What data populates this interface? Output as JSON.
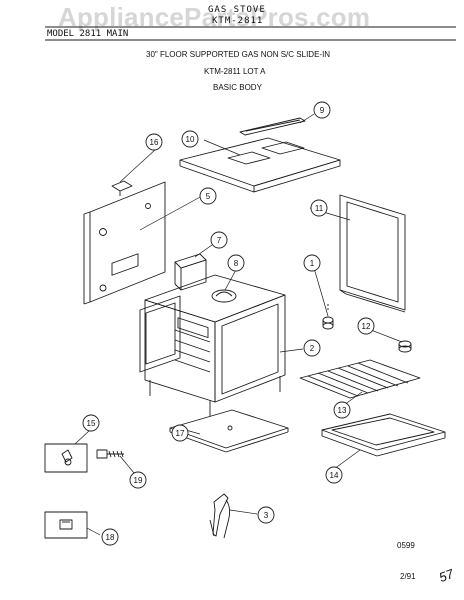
{
  "header": {
    "product": "GAS STOVE",
    "model_top": "KTM-2811",
    "left_label": "MODEL 2811 MAIN",
    "subtitle_line1": "30\" FLOOR SUPPORTED GAS NON S/C SLIDE-IN",
    "subtitle_line2": "KTM-2811 LOT A",
    "section": "BASIC BODY"
  },
  "watermark": "AppliancePartsPros.com",
  "callouts": [
    "1",
    "2",
    "3",
    "5",
    "7",
    "8",
    "9",
    "10",
    "11",
    "12",
    "13",
    "14",
    "15",
    "16",
    "17",
    "18",
    "19"
  ],
  "footer": {
    "code": "0599",
    "date": "2/91",
    "handwritten": "57"
  },
  "colors": {
    "ink": "#1a1a1a",
    "watermark": "#c9c9c9",
    "paper": "#ffffff"
  }
}
